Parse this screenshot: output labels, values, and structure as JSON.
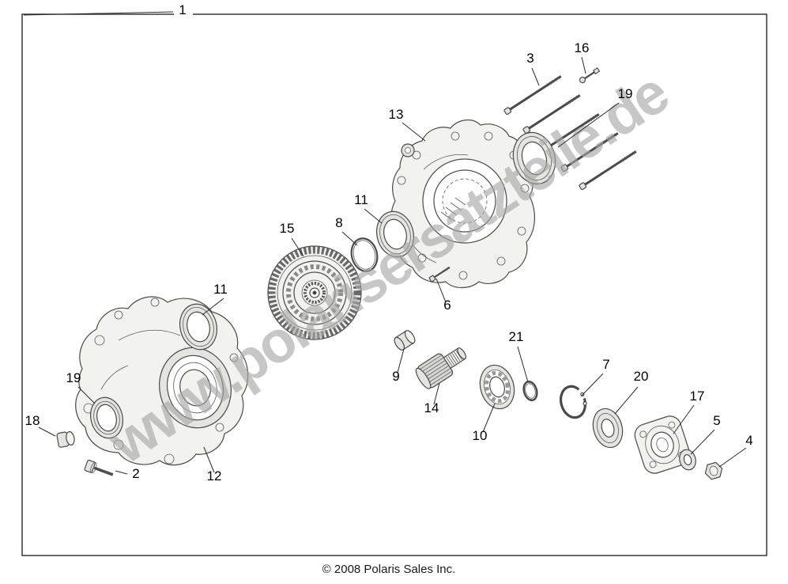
{
  "diagram": {
    "kind": "exploded-parts-diagram",
    "watermark": "www.polarisersatzteile.de",
    "copyright": "© 2008 Polaris Sales Inc.",
    "callouts": [
      {
        "ref": "1"
      },
      {
        "ref": "2"
      },
      {
        "ref": "3"
      },
      {
        "ref": "4"
      },
      {
        "ref": "5"
      },
      {
        "ref": "6"
      },
      {
        "ref": "7"
      },
      {
        "ref": "8"
      },
      {
        "ref": "9"
      },
      {
        "ref": "10"
      },
      {
        "ref": "11"
      },
      {
        "ref": "11"
      },
      {
        "ref": "12"
      },
      {
        "ref": "13"
      },
      {
        "ref": "14"
      },
      {
        "ref": "15"
      },
      {
        "ref": "16"
      },
      {
        "ref": "17"
      },
      {
        "ref": "18"
      },
      {
        "ref": "19"
      },
      {
        "ref": "19"
      },
      {
        "ref": "20"
      },
      {
        "ref": "21"
      }
    ]
  }
}
